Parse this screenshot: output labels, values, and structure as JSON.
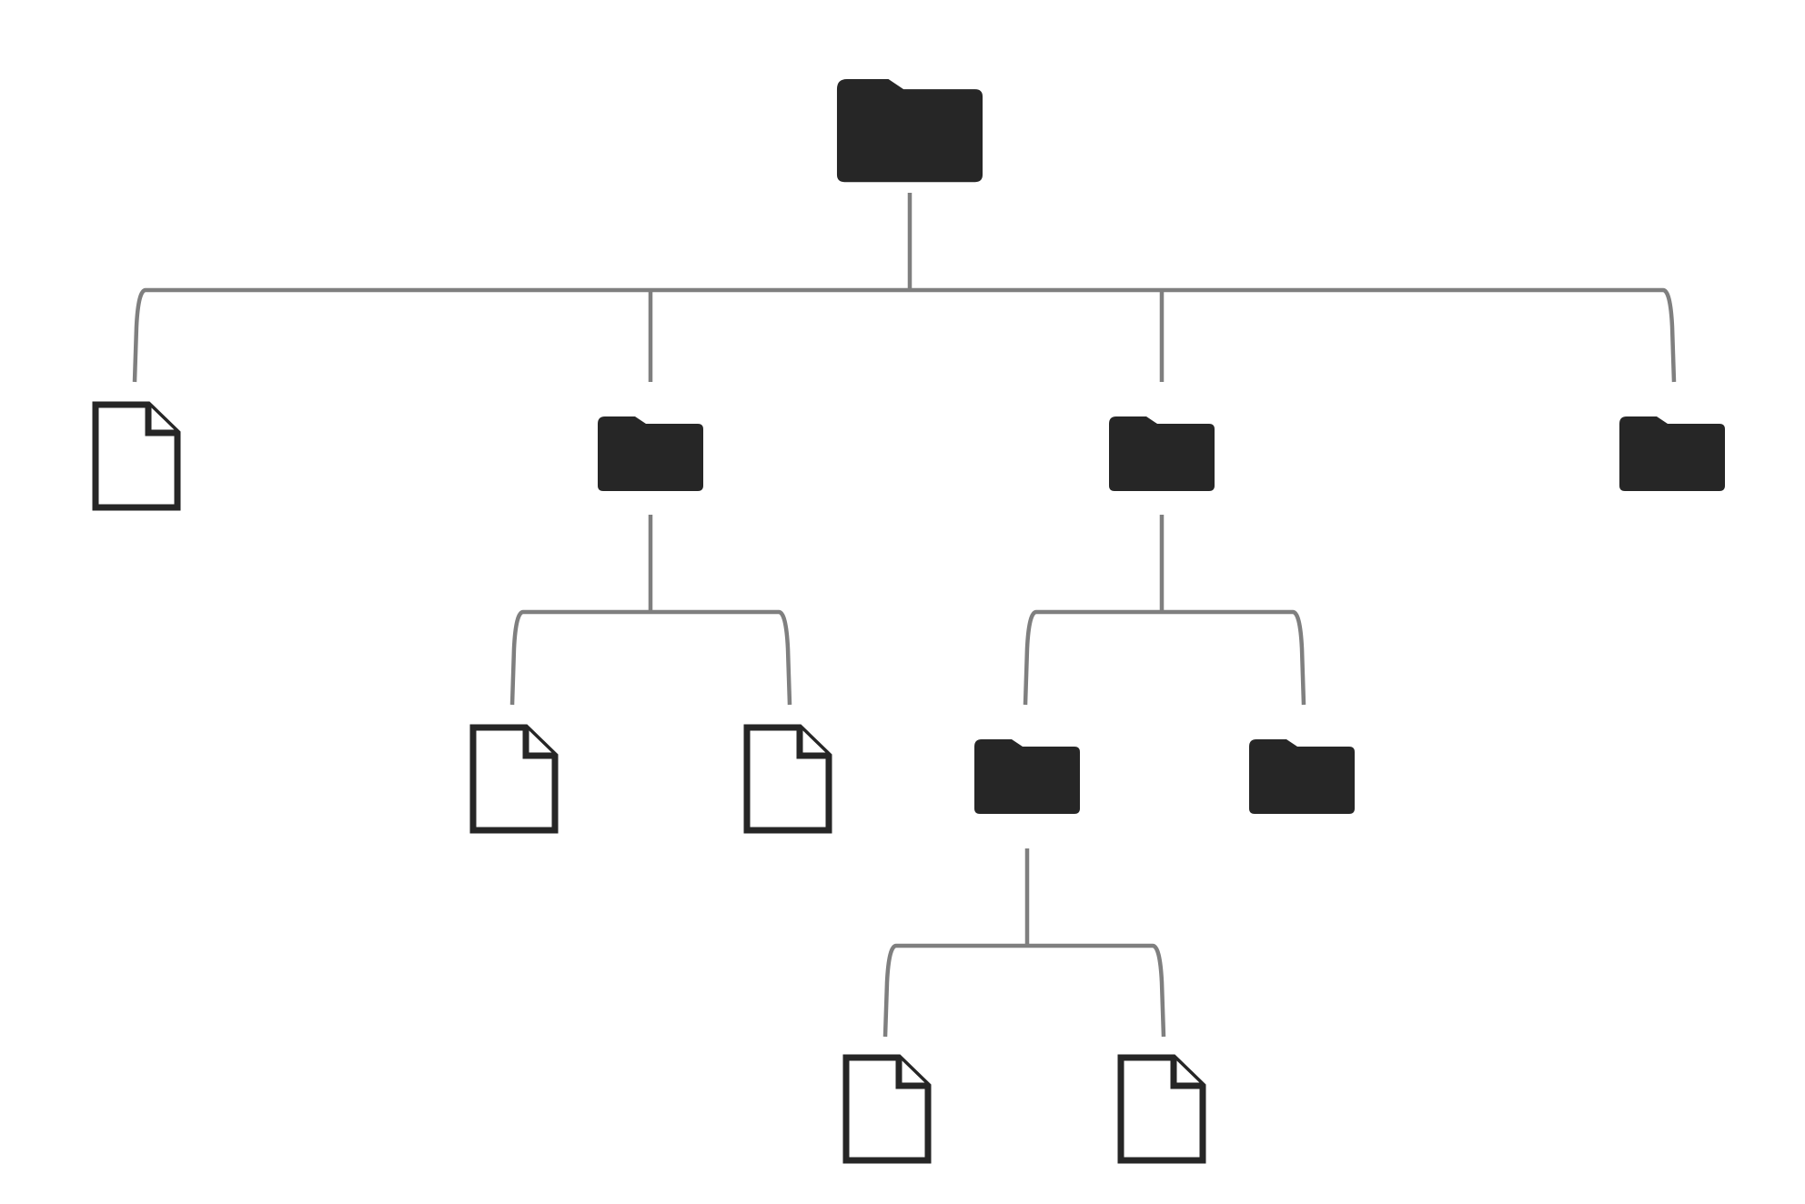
{
  "tree": {
    "type": "folder",
    "children": [
      {
        "type": "file"
      },
      {
        "type": "folder",
        "children": [
          {
            "type": "file"
          },
          {
            "type": "file"
          }
        ]
      },
      {
        "type": "folder",
        "children": [
          {
            "type": "folder",
            "children": [
              {
                "type": "file"
              },
              {
                "type": "file"
              }
            ]
          },
          {
            "type": "folder"
          }
        ]
      },
      {
        "type": "folder"
      }
    ]
  },
  "icons": {
    "folder": "folder-icon",
    "file": "file-icon"
  },
  "colors": {
    "icon": "#262626",
    "connector": "#7f7f7f",
    "background": "#ffffff"
  }
}
